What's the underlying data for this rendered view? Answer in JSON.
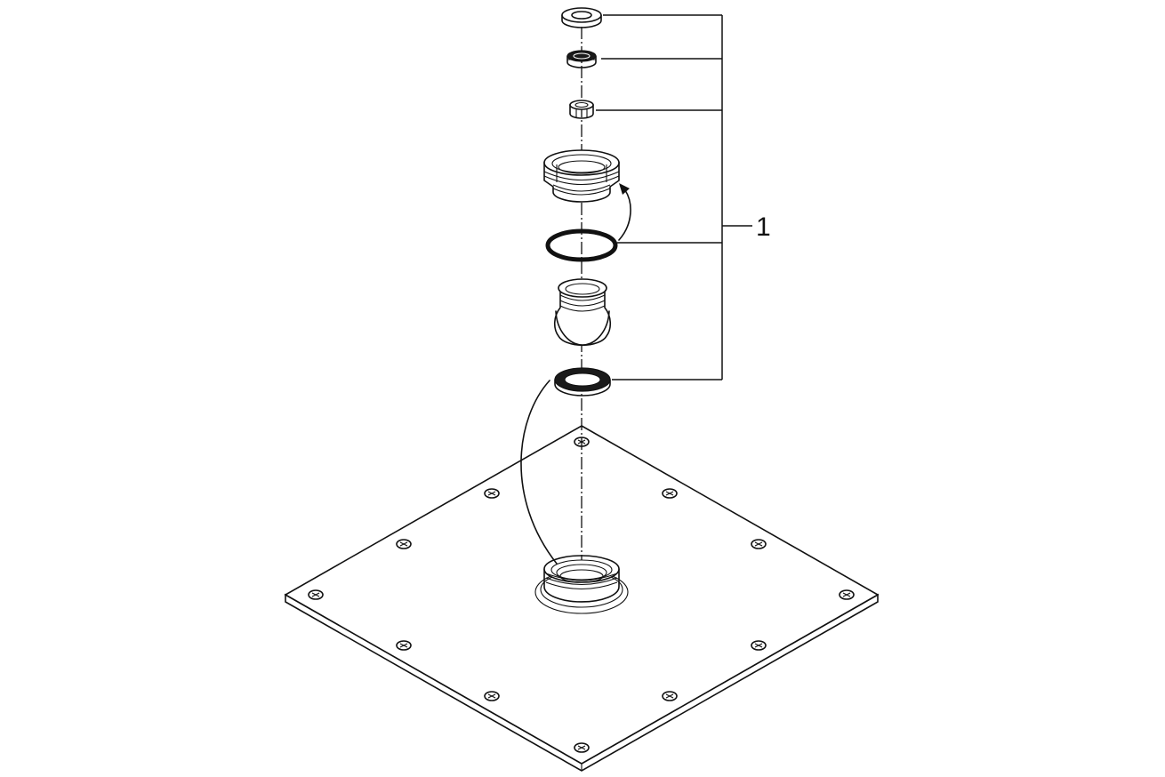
{
  "diagram": {
    "callout_label": "1",
    "parts": [
      {
        "id": "top-washer",
        "icon": "washer-icon"
      },
      {
        "id": "filter-disc",
        "icon": "filter-disc-icon"
      },
      {
        "id": "small-nut",
        "icon": "nut-icon"
      },
      {
        "id": "threaded-adapter",
        "icon": "threaded-adapter-icon"
      },
      {
        "id": "o-ring",
        "icon": "o-ring-icon"
      },
      {
        "id": "ball-joint",
        "icon": "ball-joint-icon"
      },
      {
        "id": "flat-seal",
        "icon": "seal-ring-icon"
      },
      {
        "id": "square-head-plate",
        "icon": "square-plate-icon"
      }
    ]
  }
}
